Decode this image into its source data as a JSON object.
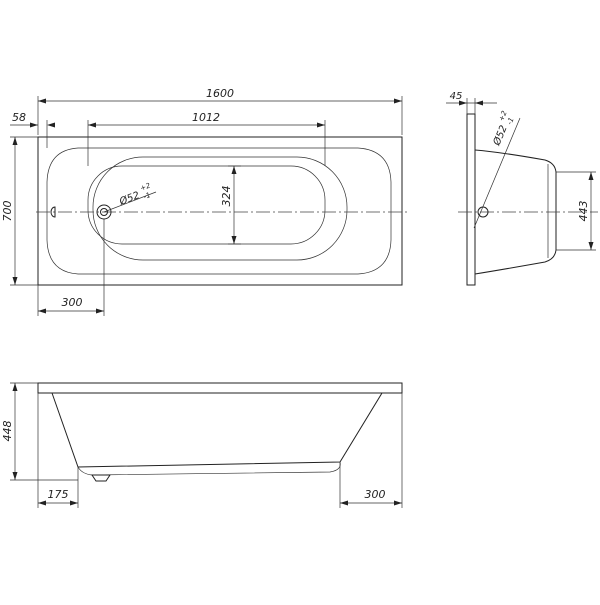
{
  "top_view": {
    "overall_length": "1600",
    "inner_length": "1012",
    "width": "700",
    "rim_offset": "58",
    "inner_width": "324",
    "drain_offset": "300",
    "drain_diameter": "Ø52",
    "drain_tol_upper": "+2",
    "drain_tol_lower": "-1"
  },
  "side_view": {
    "rim_width": "45",
    "depth": "443",
    "drain_diameter": "Ø52",
    "drain_tol_upper": "+2",
    "drain_tol_lower": "-1"
  },
  "front_view": {
    "height": "448",
    "left_offset": "175",
    "right_offset": "300"
  }
}
